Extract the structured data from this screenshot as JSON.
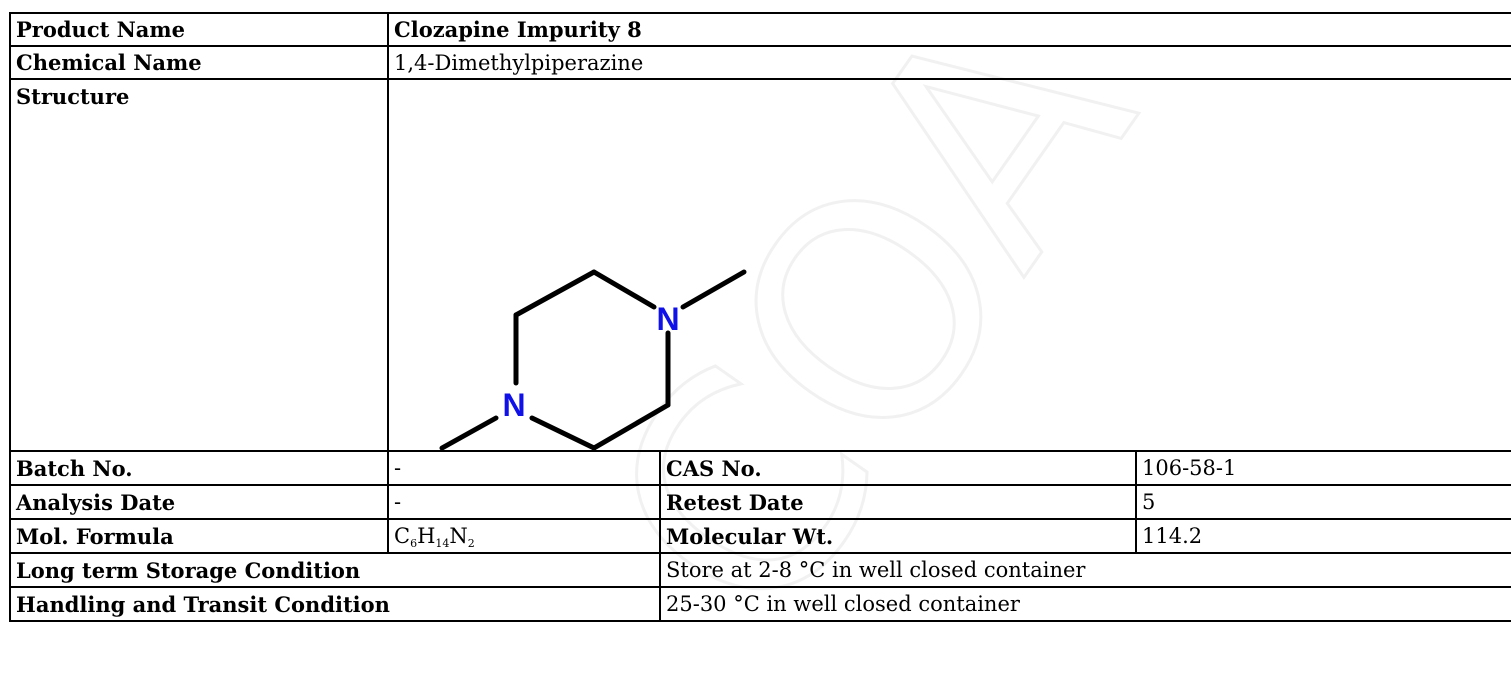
{
  "watermark": {
    "text": "COA"
  },
  "product": {
    "label": "Product Name",
    "value": "Clozapine Impurity 8"
  },
  "chemical": {
    "label": "Chemical Name",
    "value": "1,4-Dimethylpiperazine"
  },
  "structure": {
    "label": "Structure",
    "atoms": [
      "N",
      "N"
    ],
    "atom_color": "#1010e8"
  },
  "batch": {
    "label": "Batch No.",
    "value": "-"
  },
  "cas": {
    "label": "CAS No.",
    "value": "106-58-1"
  },
  "analysis": {
    "label": "Analysis Date",
    "value": "-"
  },
  "retest": {
    "label": "Retest Date",
    "value": "5"
  },
  "formula": {
    "label": "Mol. Formula",
    "parts": [
      {
        "el": "C",
        "n": "6"
      },
      {
        "el": "H",
        "n": "14"
      },
      {
        "el": "N",
        "n": "2"
      }
    ]
  },
  "molwt": {
    "label": "Molecular Wt.",
    "value": "114.2"
  },
  "storage": {
    "label": "Long term Storage Condition",
    "value": "Store at 2-8 °C in well closed container"
  },
  "handling": {
    "label": "Handling and Transit Condition",
    "value": "25-30 °C in well closed container"
  }
}
